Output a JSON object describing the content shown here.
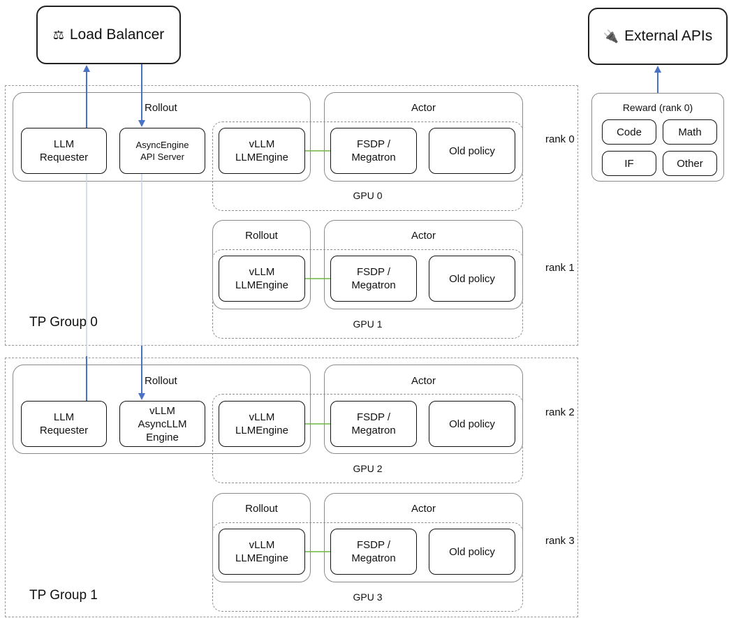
{
  "top": {
    "load_balancer": {
      "icon": "⚖",
      "label": "Load Balancer"
    },
    "external_apis": {
      "icon": "🔌",
      "label": "External APIs"
    }
  },
  "reward": {
    "title": "Reward (rank 0)",
    "items": [
      "Code",
      "Math",
      "IF",
      "Other"
    ]
  },
  "groups": [
    {
      "label": "TP Group 0"
    },
    {
      "label": "TP Group 1"
    }
  ],
  "ranks": [
    {
      "rank_label": "rank 0",
      "gpu_label": "GPU 0",
      "rollout_label": "Rollout",
      "actor_label": "Actor",
      "requester": "LLM\nRequester",
      "server": "AsyncEngine\nAPI Server",
      "engine": "vLLM\nLLMEngine",
      "trainer": "FSDP /\nMegatron",
      "old_policy": "Old policy"
    },
    {
      "rank_label": "rank 1",
      "gpu_label": "GPU 1",
      "rollout_label": "Rollout",
      "actor_label": "Actor",
      "engine": "vLLM\nLLMEngine",
      "trainer": "FSDP /\nMegatron",
      "old_policy": "Old policy"
    },
    {
      "rank_label": "rank 2",
      "gpu_label": "GPU 2",
      "rollout_label": "Rollout",
      "actor_label": "Actor",
      "requester": "LLM\nRequester",
      "server": "vLLM\nAsyncLLM\nEngine",
      "engine": "vLLM\nLLMEngine",
      "trainer": "FSDP /\nMegatron",
      "old_policy": "Old policy"
    },
    {
      "rank_label": "rank 3",
      "gpu_label": "GPU 3",
      "rollout_label": "Rollout",
      "actor_label": "Actor",
      "engine": "vLLM\nLLMEngine",
      "trainer": "FSDP /\nMegatron",
      "old_policy": "Old policy"
    }
  ],
  "colors": {
    "arrow": "#4a72c4",
    "faint_line": "#c7d3ea",
    "link": "#6db544"
  }
}
